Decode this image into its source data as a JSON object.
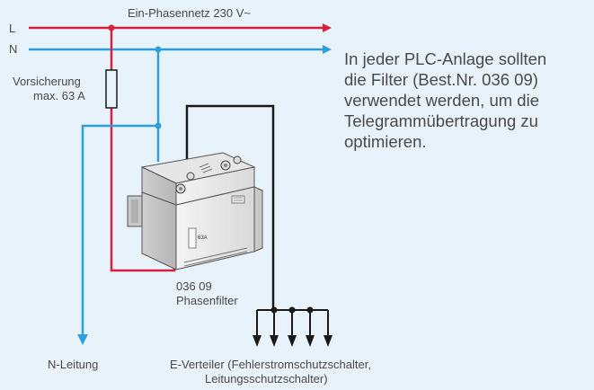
{
  "labels": {
    "network_title": "Ein-Phasennetz 230 V~",
    "line_L": "L",
    "line_N": "N",
    "fuse_line1": "Vorsicherung",
    "fuse_line2": "max. 63 A",
    "filter_number": "036 09",
    "filter_name": "Phasenfilter",
    "n_leitung": "N-Leitung",
    "distributor_line1": "E-Verteiler (Fehlerstromschutzschalter,",
    "distributor_line2": "Leitungsschutzschalter)",
    "device_rating": "63A"
  },
  "description_lines": [
    "In jeder PLC-Anlage sollten",
    "die Filter (Best.Nr. 036 09)",
    "verwendet werden, um die",
    "Telegrammübertragung zu",
    "optimieren."
  ],
  "colors": {
    "background": "#e7f2fb",
    "phase_line": "#d6203c",
    "neutral_line": "#2e9fd8",
    "wire_black": "#1a1a1a",
    "text": "#4a4a4a"
  }
}
